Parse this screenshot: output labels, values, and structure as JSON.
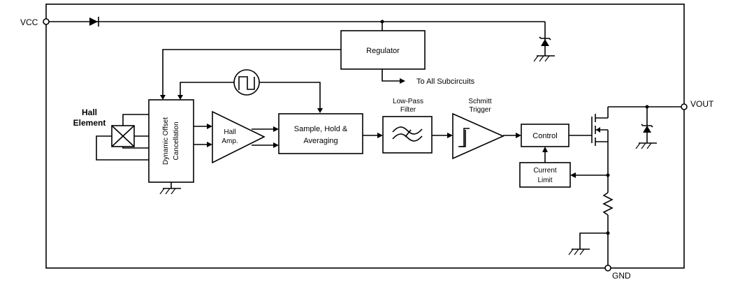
{
  "pins": {
    "vcc": "VCC",
    "vout": "VOUT",
    "gnd": "GND"
  },
  "blocks": {
    "regulator": "Regulator",
    "subcircuits": "To All Subcircuits",
    "hall_element": [
      "Hall",
      "Element"
    ],
    "offset_cancel": [
      "Dynamic Offset",
      "Cancellation"
    ],
    "hall_amp": [
      "Hall",
      "Amp."
    ],
    "sample_hold": [
      "Sample, Hold &",
      "Averaging"
    ],
    "lowpass": [
      "Low-Pass",
      "Filter"
    ],
    "schmitt": [
      "Schmitt",
      "Trigger"
    ],
    "control": "Control",
    "current_limit": [
      "Current",
      "Limit"
    ]
  },
  "icons": {
    "clock": "square-wave-clock-icon",
    "filter": "lowpass-wave-icon",
    "hysteresis": "hysteresis-icon",
    "zener": "zener-diode-icon",
    "diode": "diode-icon",
    "ground": "ground-icon",
    "resistor": "resistor-icon",
    "transistor": "mosfet-icon"
  }
}
